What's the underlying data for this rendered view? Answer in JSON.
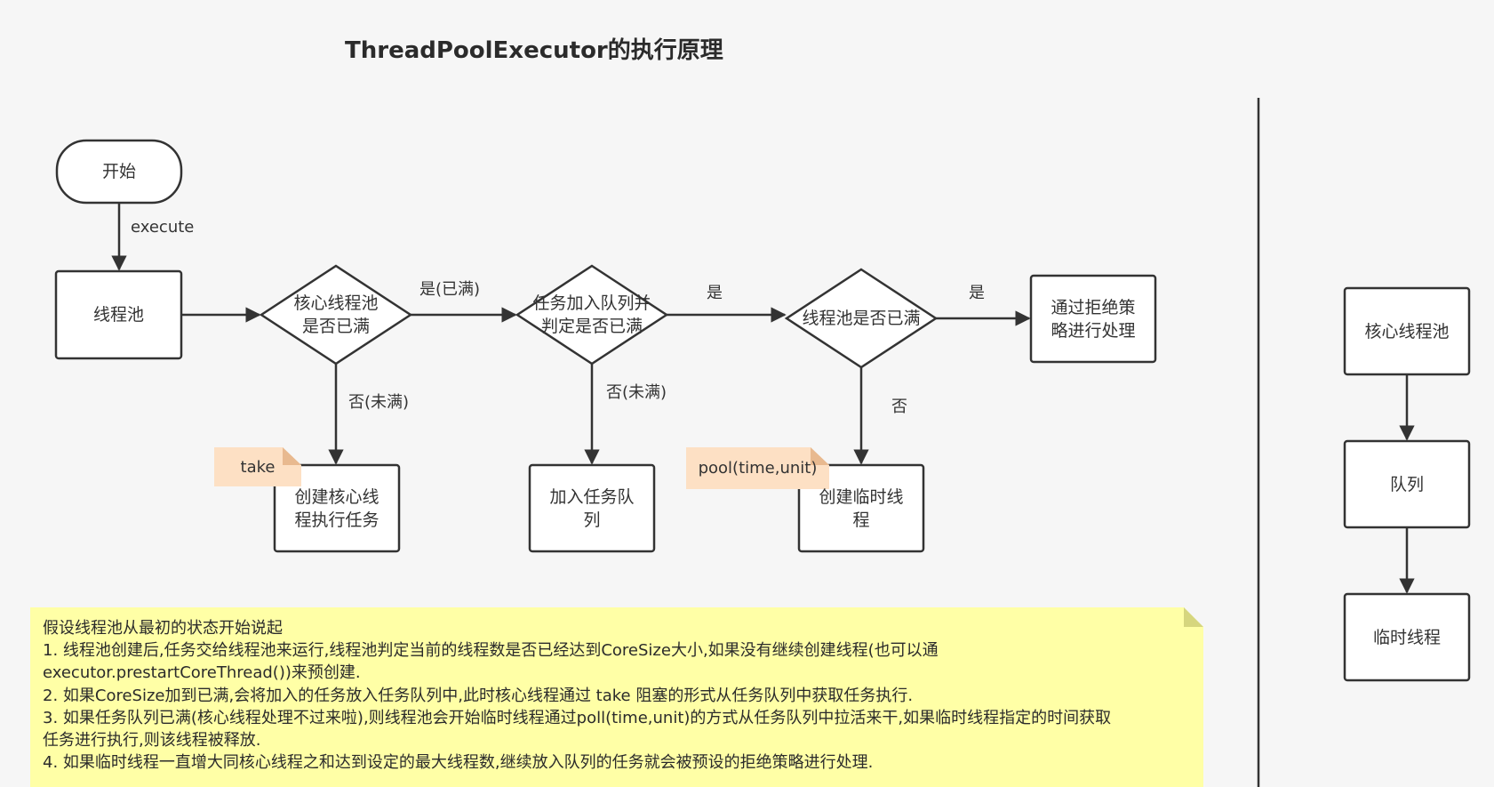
{
  "title": "ThreadPoolExecutor的执行原理",
  "colors": {
    "background": "#f6f6f6",
    "stroke": "#333333",
    "note_yellow": "#ffffa6",
    "tag_orange": "#fde0c4"
  },
  "nodes": {
    "start": "开始",
    "pool": "线程池",
    "core_full": "核心线程池\n是否已满",
    "queue_full": "任务加入队列并\n判定是否已满",
    "pool_full": "线程池是否已满",
    "reject": "通过拒绝策\n略进行处理",
    "create_core": "创建核心线\n程执行任务",
    "add_queue": "加入任务队\n列",
    "create_temp": "创建临时线\n程"
  },
  "edges": {
    "execute": "execute",
    "core_yes": "是(已满)",
    "core_no": "否(未满)",
    "queue_yes": "是",
    "queue_no": "否(未满)",
    "pool_yes": "是",
    "pool_no": "否"
  },
  "tags": {
    "take": "take",
    "poll": "pool(time,unit)"
  },
  "side": {
    "core": "核心线程池",
    "queue": "队列",
    "temp": "临时线程"
  },
  "note": {
    "lines": [
      "假设线程池从最初的状态开始说起",
      "1. 线程池创建后,任务交给线程池来运行,线程池判定当前的线程数是否已经达到CoreSize大小,如果没有继续创建线程(也可以通",
      "executor.prestartCoreThread())来预创建.",
      "2. 如果CoreSize加到已满,会将加入的任务放入任务队列中,此时核心线程通过 take 阻塞的形式从任务队列中获取任务执行.",
      "3. 如果任务队列已满(核心线程处理不过来啦),则线程池会开始临时线程通过poll(time,unit)的方式从任务队列中拉活来干,如果临时线程指定的时间获取",
      "任务进行执行,则该线程被释放.",
      "4. 如果临时线程一直增大同核心线程之和达到设定的最大线程数,继续放入队列的任务就会被预设的拒绝策略进行处理."
    ]
  }
}
